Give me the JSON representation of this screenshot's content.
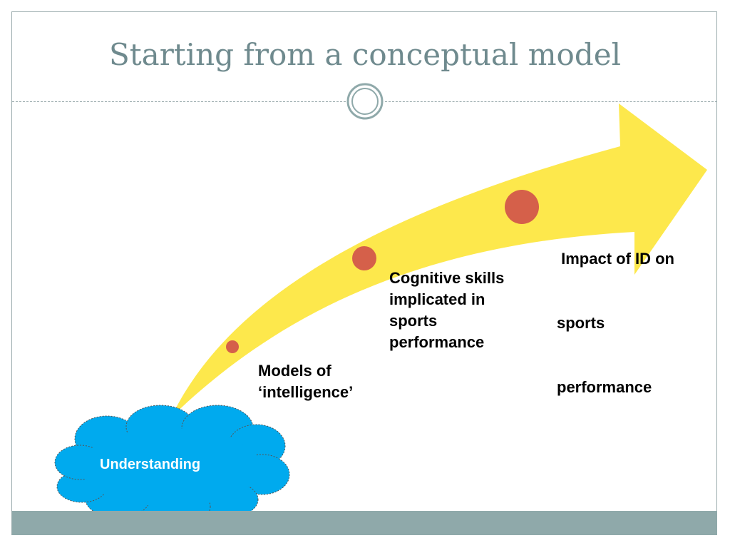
{
  "slide": {
    "title": "Starting from a conceptual model"
  },
  "diagram": {
    "cloud_label": "Understanding",
    "steps": [
      {
        "label_lines": [
          "Models of",
          "‘intelligence’"
        ]
      },
      {
        "label_lines": [
          "Cognitive skills",
          "implicated in",
          "sports",
          "performance"
        ]
      },
      {
        "label_lines": [
          " Impact of ID on",
          "sports",
          "performance"
        ]
      }
    ]
  },
  "colors": {
    "arrow": "#fde84c",
    "dot": "#d5604a",
    "cloud": "#00aaee",
    "title": "#6f8a8e",
    "footer": "#8fa9aa"
  }
}
